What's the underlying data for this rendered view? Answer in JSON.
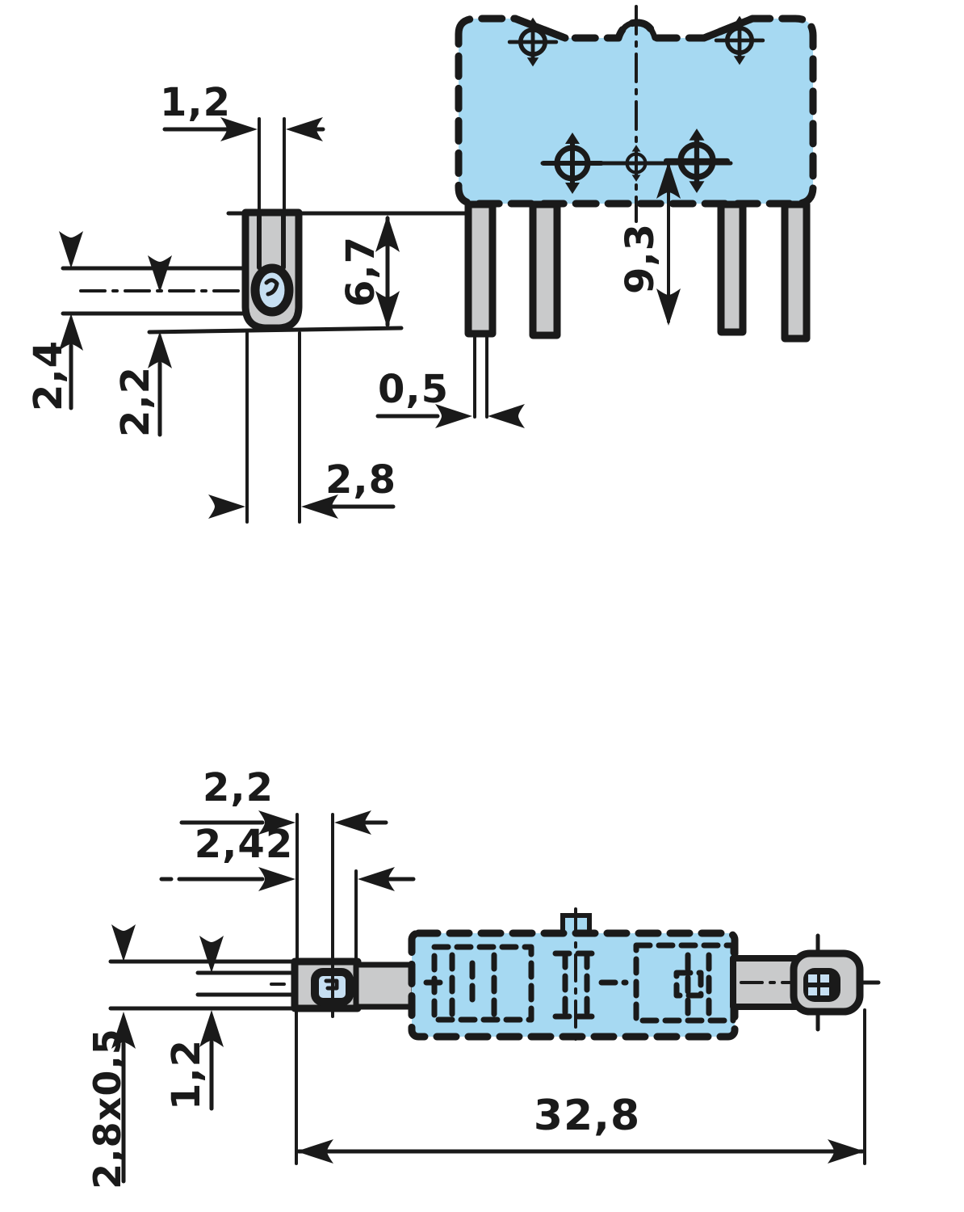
{
  "drawing_type": "technical-dimension-drawing",
  "colors": {
    "line": "#1a1a1a",
    "body_blue": "#a6d9f2",
    "metal_gray": "#c9cacb",
    "inner_blue": "#c6dff2",
    "bg": "#ffffff"
  },
  "top_view": {
    "dims": {
      "slot_width": "1,2",
      "part_height": "6,7",
      "wire_opening": "2,4",
      "center_to_bottom": "2,2",
      "pin_thickness": "0,5",
      "part_width": "2,8",
      "pin_length": "9,3"
    }
  },
  "bottom_view": {
    "dims": {
      "contact_width": "2,2",
      "contact_depth": "2,42",
      "tab_offset": "1,2",
      "tab_cross_section": "2,8x0,5",
      "overall_length": "32,8"
    }
  }
}
